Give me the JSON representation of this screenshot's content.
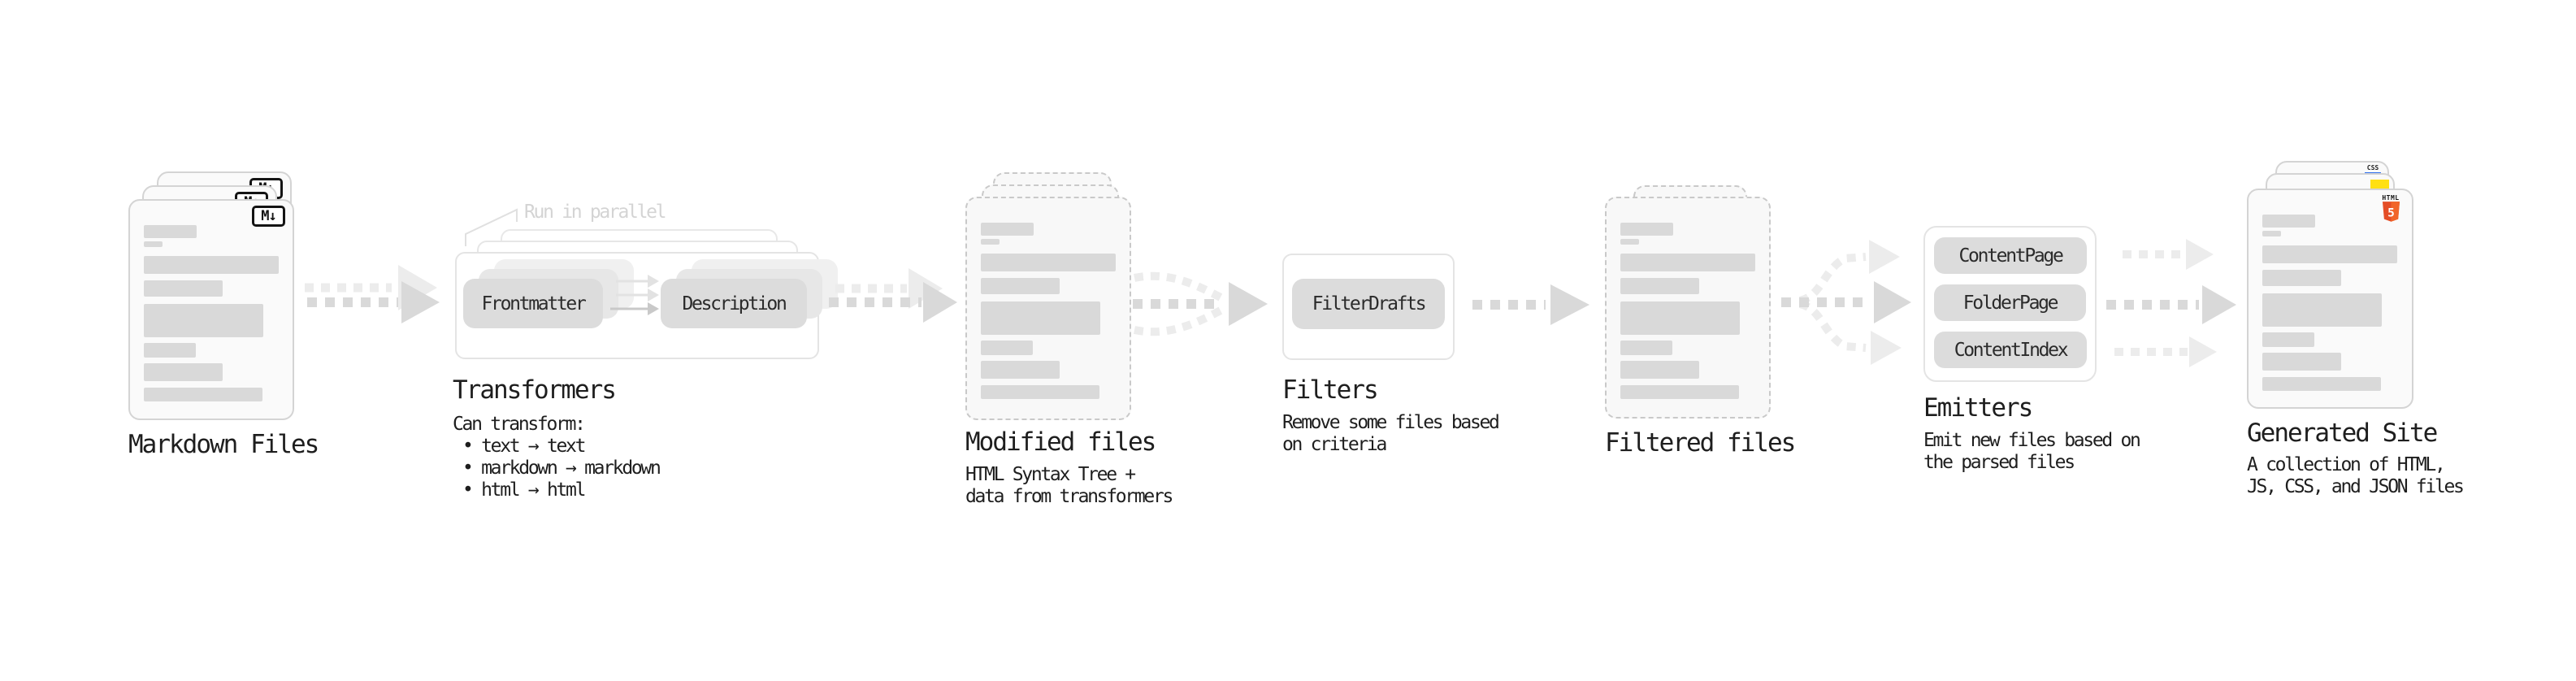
{
  "stages": {
    "markdown": {
      "label": "Markdown Files",
      "badge": "M↓"
    },
    "transformers": {
      "label": "Transformers",
      "note": "Run in parallel",
      "pill_left": "Frontmatter",
      "pill_right": "Description",
      "desc_title": "Can transform:",
      "items": [
        "text → text",
        "markdown → markdown",
        "html → html"
      ]
    },
    "modified": {
      "label": "Modified files",
      "desc": [
        "HTML Syntax Tree +",
        "data from transformers"
      ]
    },
    "filters": {
      "label": "Filters",
      "pill": "FilterDrafts",
      "desc": [
        "Remove some files based",
        "on criteria"
      ]
    },
    "filtered": {
      "label": "Filtered files"
    },
    "emitters": {
      "label": "Emitters",
      "pills": [
        "ContentPage",
        "FolderPage",
        "ContentIndex"
      ],
      "desc": [
        "Emit new files based on",
        "the parsed files"
      ]
    },
    "generated": {
      "label": "Generated Site",
      "desc": [
        "A collection of HTML,",
        "JS, CSS, and JSON files"
      ],
      "badges": {
        "css": "CSS",
        "html": "HTML",
        "five": "5"
      }
    }
  },
  "colors": {
    "arrow_dark": "#d9d9d9",
    "arrow_light": "#ececec",
    "placeholder_bar": "#d9d9d9",
    "html5_orange": "#e44d26",
    "html5_orange_light": "#f16529",
    "js_yellow": "#ffe013",
    "css_blue": "#2f6fed"
  }
}
